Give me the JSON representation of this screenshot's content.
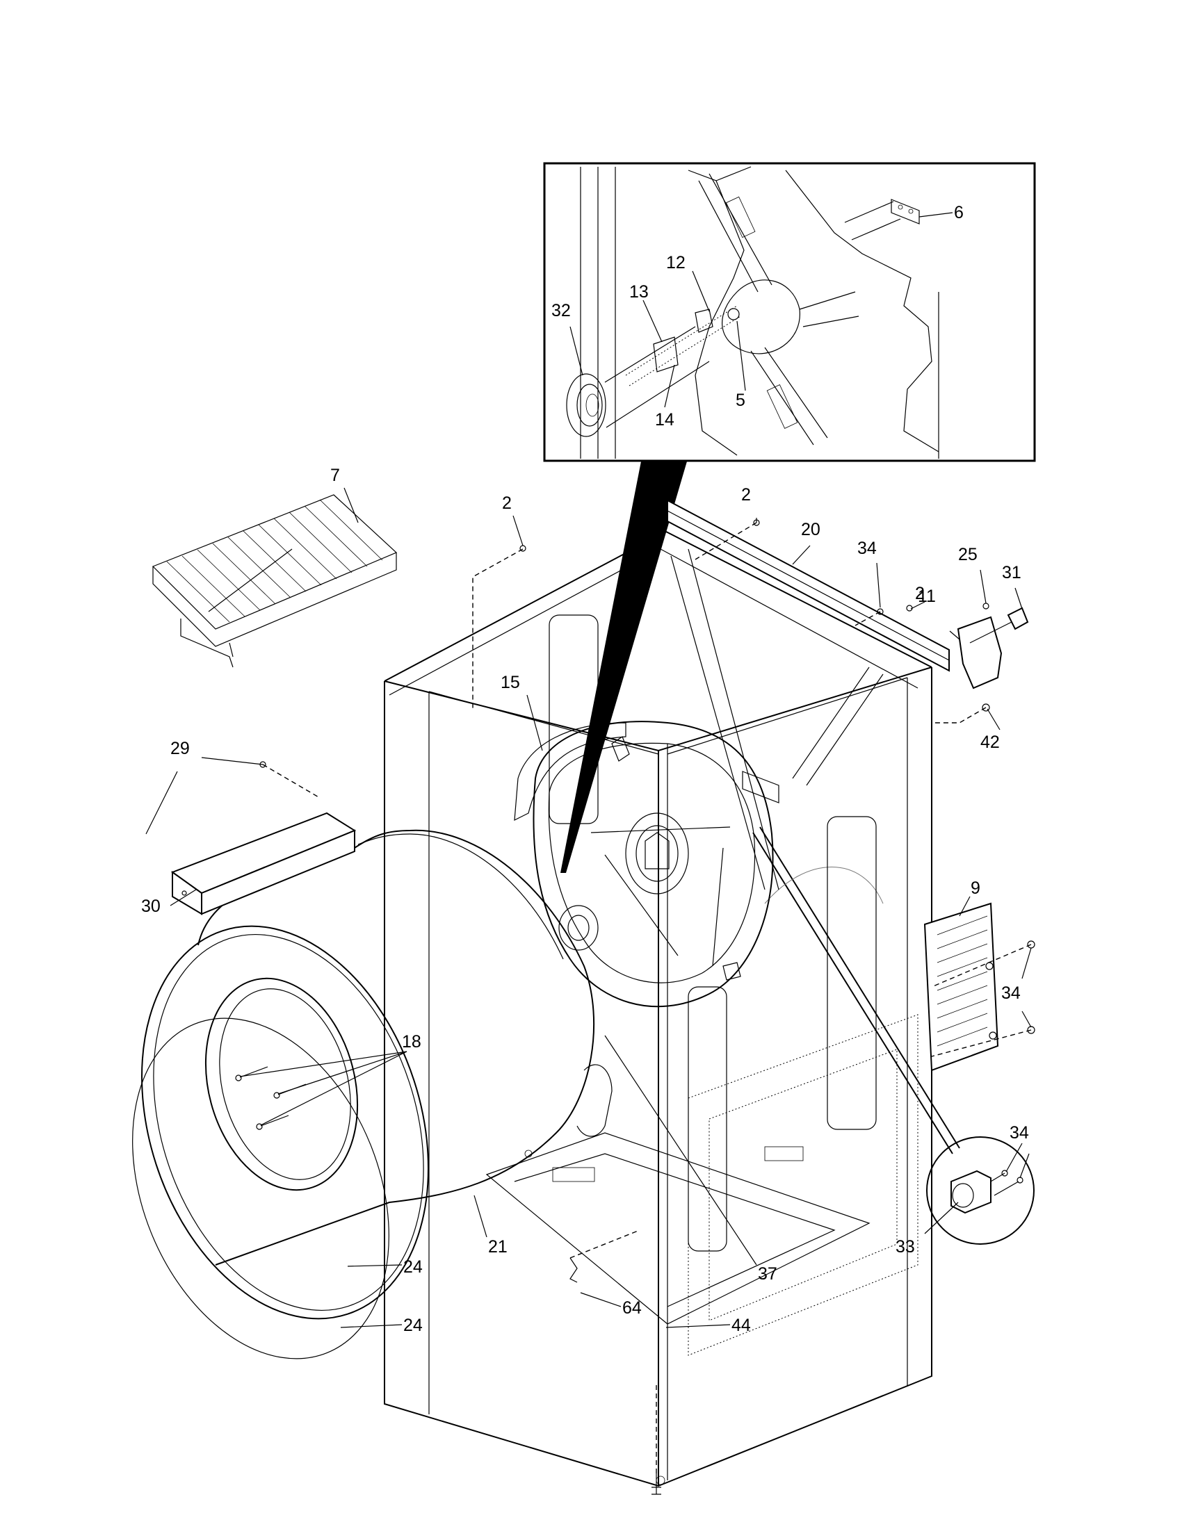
{
  "callouts": {
    "inset": [
      "6",
      "12",
      "13",
      "32",
      "14",
      "5"
    ],
    "main": [
      "7",
      "2",
      "2",
      "20",
      "34",
      "25",
      "31",
      "11",
      "2",
      "42",
      "15",
      "29",
      "30",
      "9",
      "34",
      "18",
      "34",
      "33",
      "21",
      "24",
      "24",
      "37",
      "64",
      "44"
    ]
  }
}
